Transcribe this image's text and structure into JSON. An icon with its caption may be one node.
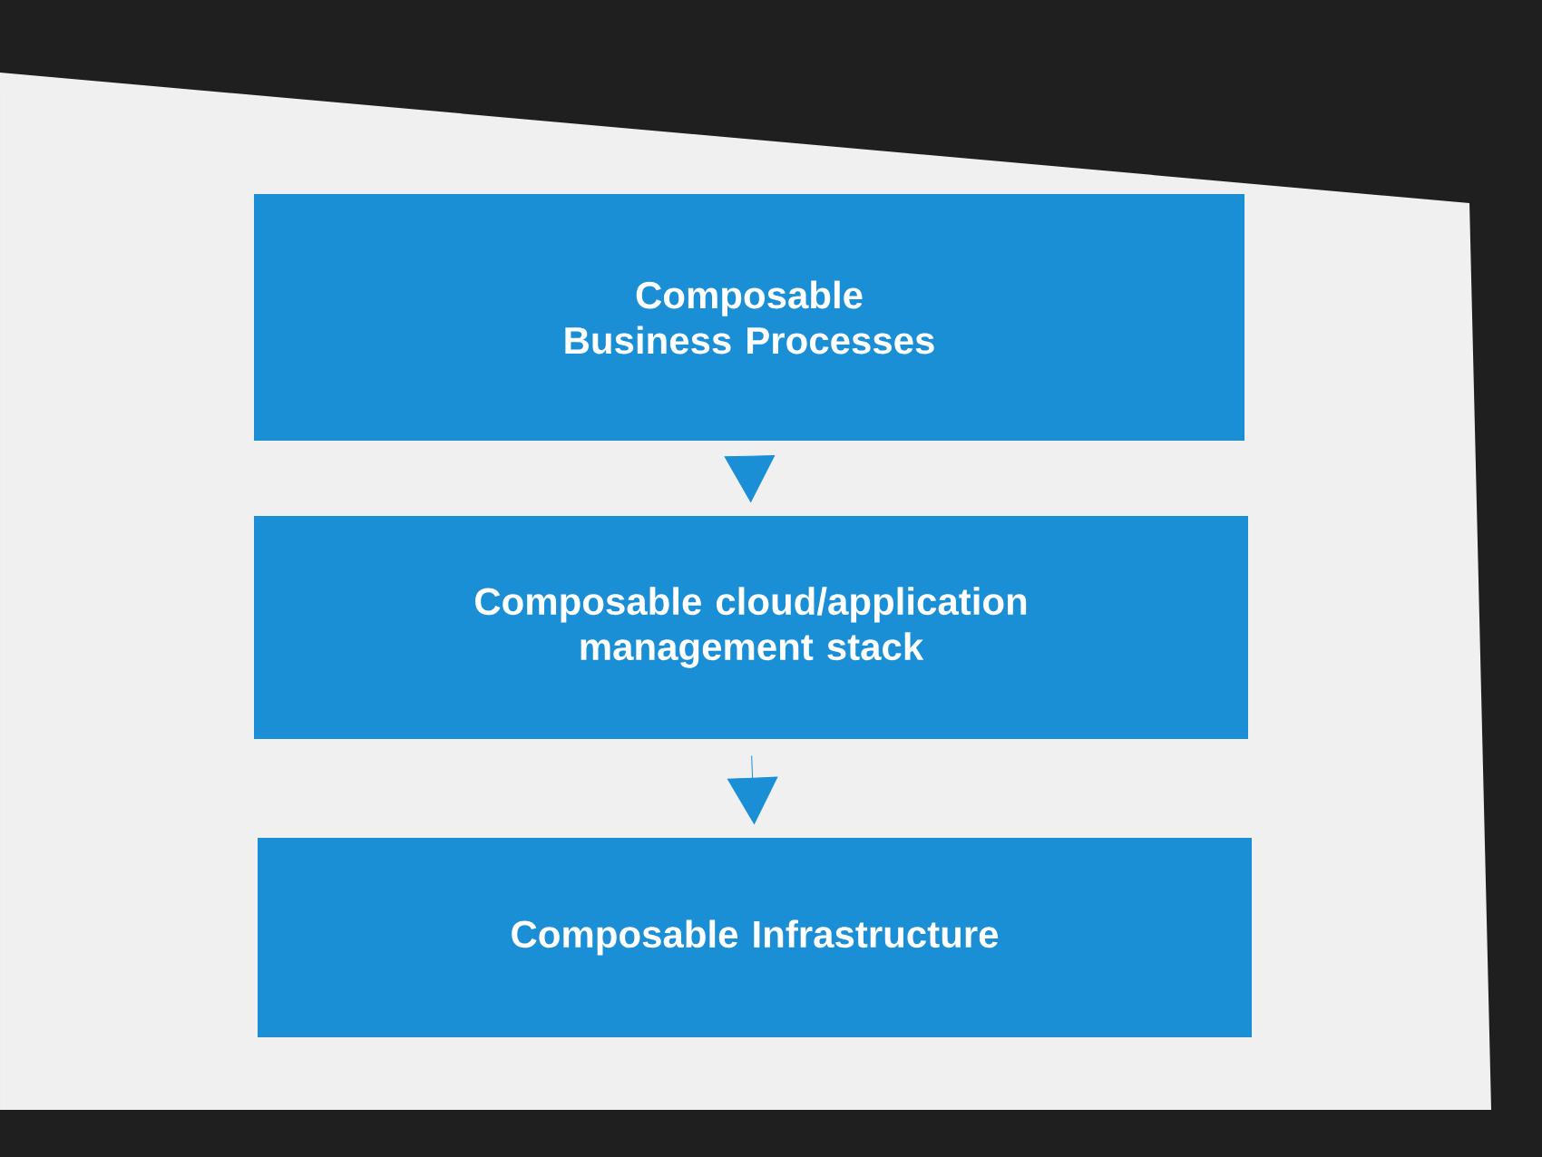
{
  "diagram": {
    "nodes": [
      {
        "text": [
          "Composable Business Processes"
        ]
      },
      {
        "text": [
          "Composable cloud/application management stack"
        ]
      },
      {
        "text": [
          "Composable Infrastructure"
        ]
      }
    ],
    "edges": [
      {
        "from": 0,
        "to": 1,
        "arrow": "to"
      },
      {
        "from": 1,
        "to": 2,
        "arrow": "to"
      }
    ]
  }
}
